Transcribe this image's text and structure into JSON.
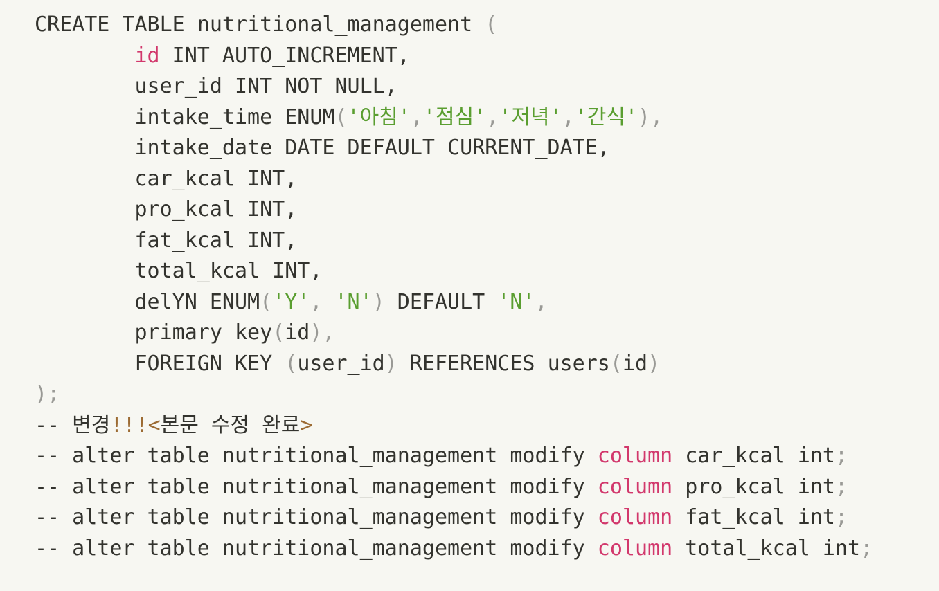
{
  "editor": {
    "background_color": "#f7f7f2",
    "default_text_color": "#33332e",
    "punctuation_color": "#9a9a96",
    "identifier_accent_color": "#d2386c",
    "string_color": "#5a9e30",
    "markup_color": "#9c6b33",
    "language": "sql",
    "indent": "        "
  },
  "code": {
    "lines": [
      {
        "id": "line-1",
        "indent": "",
        "tokens": [
          {
            "name": "keyword-create-table",
            "text": "CREATE TABLE ",
            "style": "tok-kw"
          },
          {
            "name": "table-name-nutritional-management",
            "text": "nutritional_management",
            "style": "tok-ident"
          },
          {
            "name": "space",
            "text": " ",
            "style": "tok-plain"
          },
          {
            "name": "open-paren",
            "text": "(",
            "style": "tok-punct"
          }
        ]
      },
      {
        "id": "line-2",
        "indent": "        ",
        "tokens": [
          {
            "name": "column-id",
            "text": "id",
            "style": "tok-name"
          },
          {
            "name": "type-int-auto-increment",
            "text": " INT AUTO_INCREMENT,",
            "style": "tok-plain"
          }
        ]
      },
      {
        "id": "line-3",
        "indent": "        ",
        "tokens": [
          {
            "name": "column-user-id",
            "text": "user_id INT NOT NULL,",
            "style": "tok-plain"
          }
        ]
      },
      {
        "id": "line-4",
        "indent": "        ",
        "tokens": [
          {
            "name": "column-intake-time",
            "text": "intake_time ENUM",
            "style": "tok-plain"
          },
          {
            "name": "open-paren",
            "text": "(",
            "style": "tok-punct"
          },
          {
            "name": "enum-value-breakfast",
            "text": "'아침'",
            "style": "tok-string"
          },
          {
            "name": "comma",
            "text": ",",
            "style": "tok-punct"
          },
          {
            "name": "enum-value-lunch",
            "text": "'점심'",
            "style": "tok-string"
          },
          {
            "name": "comma",
            "text": ",",
            "style": "tok-punct"
          },
          {
            "name": "enum-value-dinner",
            "text": "'저녁'",
            "style": "tok-string"
          },
          {
            "name": "comma",
            "text": ",",
            "style": "tok-punct"
          },
          {
            "name": "enum-value-snack",
            "text": "'간식'",
            "style": "tok-string"
          },
          {
            "name": "close-paren",
            "text": ")",
            "style": "tok-punct"
          },
          {
            "name": "comma",
            "text": ",",
            "style": "tok-punct"
          }
        ]
      },
      {
        "id": "line-5",
        "indent": "        ",
        "tokens": [
          {
            "name": "column-intake-date",
            "text": "intake_date DATE DEFAULT CURRENT_DATE,",
            "style": "tok-plain"
          }
        ]
      },
      {
        "id": "line-6",
        "indent": "        ",
        "tokens": [
          {
            "name": "column-car-kcal",
            "text": "car_kcal INT,",
            "style": "tok-plain"
          }
        ]
      },
      {
        "id": "line-7",
        "indent": "        ",
        "tokens": [
          {
            "name": "column-pro-kcal",
            "text": "pro_kcal INT,",
            "style": "tok-plain"
          }
        ]
      },
      {
        "id": "line-8",
        "indent": "        ",
        "tokens": [
          {
            "name": "column-fat-kcal",
            "text": "fat_kcal INT,",
            "style": "tok-plain"
          }
        ]
      },
      {
        "id": "line-9",
        "indent": "        ",
        "tokens": [
          {
            "name": "column-total-kcal",
            "text": "total_kcal INT,",
            "style": "tok-plain"
          }
        ]
      },
      {
        "id": "line-10",
        "indent": "        ",
        "tokens": [
          {
            "name": "column-delyn",
            "text": "delYN ENUM",
            "style": "tok-plain"
          },
          {
            "name": "open-paren",
            "text": "(",
            "style": "tok-punct"
          },
          {
            "name": "enum-value-y",
            "text": "'Y'",
            "style": "tok-string"
          },
          {
            "name": "comma",
            "text": ", ",
            "style": "tok-punct"
          },
          {
            "name": "enum-value-n",
            "text": "'N'",
            "style": "tok-string"
          },
          {
            "name": "close-paren",
            "text": ")",
            "style": "tok-punct"
          },
          {
            "name": "keyword-default",
            "text": " DEFAULT ",
            "style": "tok-plain"
          },
          {
            "name": "default-value-n",
            "text": "'N'",
            "style": "tok-string"
          },
          {
            "name": "comma",
            "text": ",",
            "style": "tok-punct"
          }
        ]
      },
      {
        "id": "line-11",
        "indent": "        ",
        "tokens": [
          {
            "name": "primary-key-clause",
            "text": "primary key",
            "style": "tok-plain"
          },
          {
            "name": "open-paren",
            "text": "(",
            "style": "tok-punct"
          },
          {
            "name": "primary-key-column-id",
            "text": "id",
            "style": "tok-plain"
          },
          {
            "name": "close-paren",
            "text": ")",
            "style": "tok-punct"
          },
          {
            "name": "comma",
            "text": ",",
            "style": "tok-punct"
          }
        ]
      },
      {
        "id": "line-12",
        "indent": "        ",
        "tokens": [
          {
            "name": "foreign-key-clause",
            "text": "FOREIGN KEY ",
            "style": "tok-plain"
          },
          {
            "name": "open-paren",
            "text": "(",
            "style": "tok-punct"
          },
          {
            "name": "foreign-key-column-user-id",
            "text": "user_id",
            "style": "tok-plain"
          },
          {
            "name": "close-paren",
            "text": ")",
            "style": "tok-punct"
          },
          {
            "name": "keyword-references",
            "text": " REFERENCES ",
            "style": "tok-plain"
          },
          {
            "name": "referenced-table-users",
            "text": "users",
            "style": "tok-plain"
          },
          {
            "name": "open-paren",
            "text": "(",
            "style": "tok-punct"
          },
          {
            "name": "referenced-column-id",
            "text": "id",
            "style": "tok-plain"
          },
          {
            "name": "close-paren",
            "text": ")",
            "style": "tok-punct"
          }
        ]
      },
      {
        "id": "line-13",
        "indent": "",
        "tokens": [
          {
            "name": "close-paren",
            "text": ")",
            "style": "tok-punct"
          },
          {
            "name": "statement-terminator",
            "text": ";",
            "style": "tok-punct"
          }
        ]
      },
      {
        "id": "line-14",
        "indent": "",
        "tokens": [
          {
            "name": "comment-marker",
            "text": "-- 변경",
            "style": "tok-comment"
          },
          {
            "name": "exclamation-marks",
            "text": "!!!",
            "style": "tok-bang"
          },
          {
            "name": "open-angle-bracket",
            "text": "<",
            "style": "tok-angle"
          },
          {
            "name": "comment-note-body",
            "text": "본문 수정 완료",
            "style": "tok-comment"
          },
          {
            "name": "close-angle-bracket",
            "text": ">",
            "style": "tok-angle"
          }
        ]
      },
      {
        "id": "line-15",
        "indent": "",
        "tokens": [
          {
            "name": "comment-alter-prefix",
            "text": "-- alter table nutritional_management modify ",
            "style": "tok-comment"
          },
          {
            "name": "keyword-column",
            "text": "column",
            "style": "tok-name"
          },
          {
            "name": "comment-alter-target",
            "text": " car_kcal int",
            "style": "tok-comment"
          },
          {
            "name": "statement-terminator",
            "text": ";",
            "style": "tok-punct"
          }
        ]
      },
      {
        "id": "line-16",
        "indent": "",
        "tokens": [
          {
            "name": "comment-alter-prefix",
            "text": "-- alter table nutritional_management modify ",
            "style": "tok-comment"
          },
          {
            "name": "keyword-column",
            "text": "column",
            "style": "tok-name"
          },
          {
            "name": "comment-alter-target",
            "text": " pro_kcal int",
            "style": "tok-comment"
          },
          {
            "name": "statement-terminator",
            "text": ";",
            "style": "tok-punct"
          }
        ]
      },
      {
        "id": "line-17",
        "indent": "",
        "tokens": [
          {
            "name": "comment-alter-prefix",
            "text": "-- alter table nutritional_management modify ",
            "style": "tok-comment"
          },
          {
            "name": "keyword-column",
            "text": "column",
            "style": "tok-name"
          },
          {
            "name": "comment-alter-target",
            "text": " fat_kcal int",
            "style": "tok-comment"
          },
          {
            "name": "statement-terminator",
            "text": ";",
            "style": "tok-punct"
          }
        ]
      },
      {
        "id": "line-18",
        "indent": "",
        "tokens": [
          {
            "name": "comment-alter-prefix",
            "text": "-- alter table nutritional_management modify ",
            "style": "tok-comment"
          },
          {
            "name": "keyword-column",
            "text": "column",
            "style": "tok-name"
          },
          {
            "name": "comment-alter-target",
            "text": " total_kcal int",
            "style": "tok-comment"
          },
          {
            "name": "statement-terminator",
            "text": ";",
            "style": "tok-punct"
          }
        ]
      }
    ]
  }
}
